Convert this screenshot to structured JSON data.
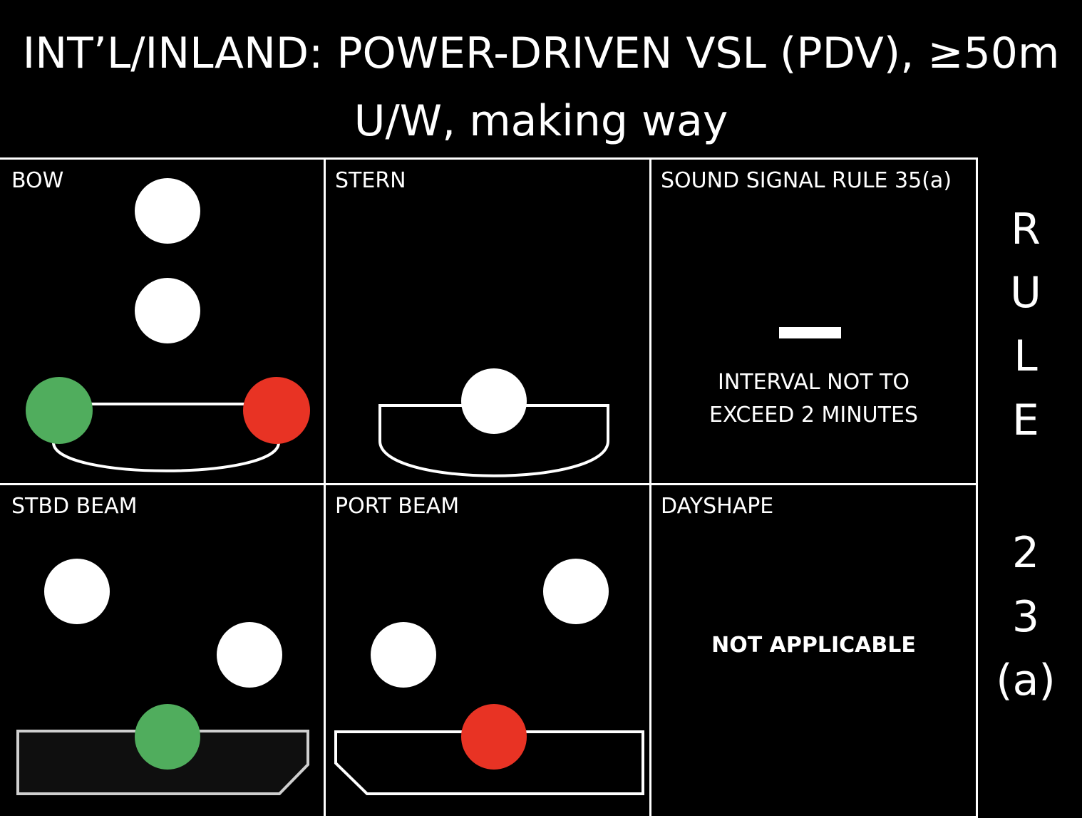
{
  "title": {
    "line1": "INT’L/INLAND: POWER-DRIVEN VSL (PDV), ≥50m",
    "line2": "U/W, making way"
  },
  "panels": {
    "bow": {
      "label": "BOW"
    },
    "stern": {
      "label": "STERN"
    },
    "sound": {
      "label": "SOUND SIGNAL RULE 35(a)",
      "line1": "INTERVAL NOT TO",
      "line2": "EXCEED 2 MINUTES"
    },
    "stbd_beam": {
      "label": "STBD BEAM"
    },
    "port_beam": {
      "label": "PORT BEAM"
    },
    "dayshape": {
      "label": "DAYSHAPE",
      "text": "NOT APPLICABLE"
    }
  },
  "rule": {
    "letters": [
      "R",
      "U",
      "L",
      "E"
    ],
    "number": [
      "2",
      "3",
      "(a)"
    ]
  },
  "colors": {
    "white_light": "#ffffff",
    "green_light": "#50ad5d",
    "red_light": "#e83324",
    "background": "#000000",
    "hull_fill": "#0f0f0f",
    "hull_stroke_gray": "#cfcfcf"
  }
}
